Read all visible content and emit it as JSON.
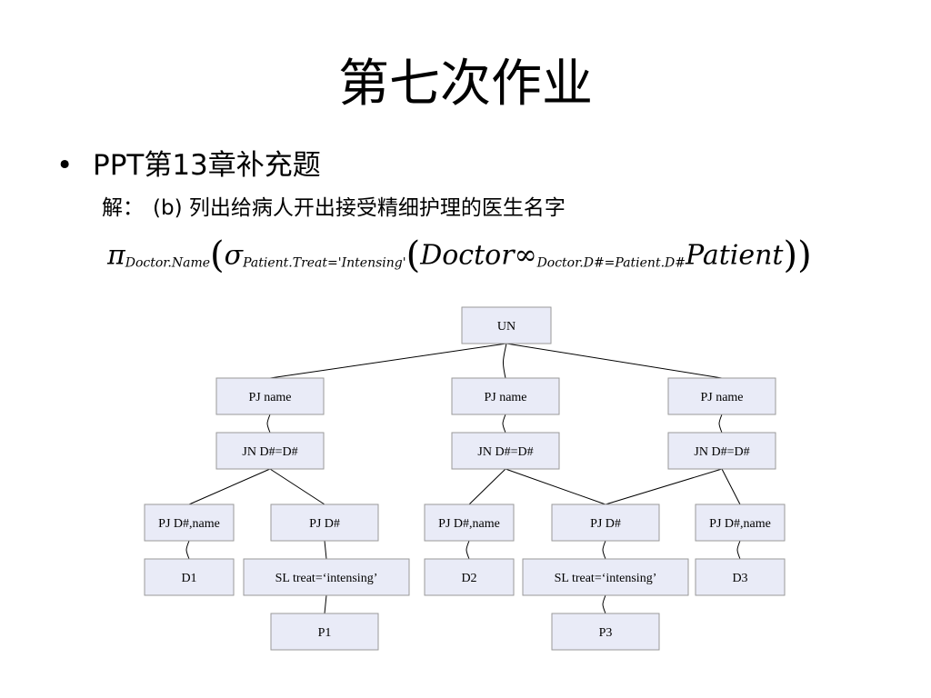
{
  "slide": {
    "title": "第七次作业",
    "bullet_symbol": "•",
    "bullet_text": "PPT第13章补充题",
    "sub_prefix": "解：",
    "sub_text": "(b) 列出给病人开出接受精细护理的医生名字"
  },
  "formula": {
    "pi": "π",
    "pi_sub": "Doctor.Name",
    "sigma": "σ",
    "sigma_sub": "Patient.Treat='Intensing'",
    "left_rel": "Doctor",
    "join_symbol": "∞",
    "join_sub": "Doctor.D#=Patient.D#",
    "right_rel": "Patient"
  },
  "tree": {
    "nodes": [
      {
        "id": "un",
        "label": "UN"
      },
      {
        "id": "pj1",
        "label": "PJ name"
      },
      {
        "id": "pj2",
        "label": "PJ name"
      },
      {
        "id": "pj3",
        "label": "PJ name"
      },
      {
        "id": "jn1",
        "label": "JN D#=D#"
      },
      {
        "id": "jn2",
        "label": "JN D#=D#"
      },
      {
        "id": "jn3",
        "label": "JN D#=D#"
      },
      {
        "id": "pjd1",
        "label": "PJ D#,name"
      },
      {
        "id": "pjdd1",
        "label": "PJ D#"
      },
      {
        "id": "pjd2",
        "label": "PJ D#,name"
      },
      {
        "id": "pjdd3",
        "label": "PJ D#"
      },
      {
        "id": "pjd3",
        "label": "PJ D#,name"
      },
      {
        "id": "d1",
        "label": "D1"
      },
      {
        "id": "sl1",
        "label": "SL treat=‘intensing’"
      },
      {
        "id": "d2",
        "label": "D2"
      },
      {
        "id": "sl3",
        "label": "SL treat=‘intensing’"
      },
      {
        "id": "d3",
        "label": "D3"
      },
      {
        "id": "p1",
        "label": "P1"
      },
      {
        "id": "p3",
        "label": "P3"
      }
    ],
    "edges": [
      [
        "un",
        "pj1"
      ],
      [
        "un",
        "pj2"
      ],
      [
        "un",
        "pj3"
      ],
      [
        "pj1",
        "jn1"
      ],
      [
        "pj2",
        "jn2"
      ],
      [
        "pj3",
        "jn3"
      ],
      [
        "jn1",
        "pjd1"
      ],
      [
        "jn1",
        "pjdd1"
      ],
      [
        "jn2",
        "pjd2"
      ],
      [
        "jn2",
        "pjdd3"
      ],
      [
        "jn3",
        "pjdd3"
      ],
      [
        "jn3",
        "pjd3"
      ],
      [
        "pjd1",
        "d1"
      ],
      [
        "pjdd1",
        "sl1"
      ],
      [
        "sl1",
        "p1"
      ],
      [
        "pjd2",
        "d2"
      ],
      [
        "pjdd3",
        "sl3"
      ],
      [
        "sl3",
        "p3"
      ],
      [
        "pjd3",
        "d3"
      ]
    ]
  }
}
